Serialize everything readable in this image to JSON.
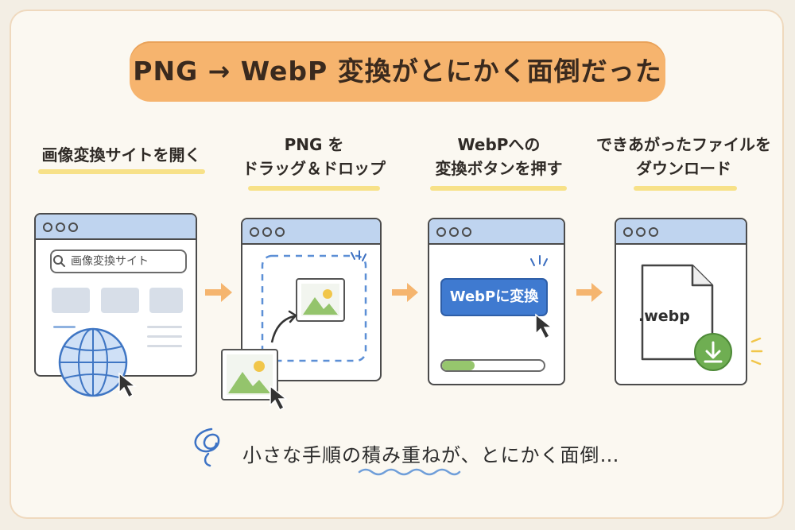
{
  "title": "PNG → WebP 変換がとにかく面倒だった",
  "steps": [
    {
      "label_line1": "画像変換サイトを開く",
      "label_line2": ""
    },
    {
      "label_line1": "PNG を",
      "label_line2": "ドラッグ＆ドロップ"
    },
    {
      "label_line1": "WebPへの",
      "label_line2": "変換ボタンを押す"
    },
    {
      "label_line1": "できあがったファイルを",
      "label_line2": "ダウンロード"
    }
  ],
  "browser1": {
    "search_text": "画像変換サイト"
  },
  "browser3": {
    "button_label": "WebPに変換",
    "progress_fraction": 0.32
  },
  "browser4": {
    "file_extension": ".webp"
  },
  "footer": "小さな手順の積み重ねが、とにかく面倒…",
  "colors": {
    "accent_orange": "#f6b46e",
    "highlight_yellow": "#f6dd75",
    "window_bar_blue": "#bfd4ef",
    "button_blue": "#3f7ad0",
    "download_green": "#6fae52"
  },
  "icons": [
    "search-icon",
    "globe-icon",
    "cursor-icon",
    "image-icon",
    "arrow-icon",
    "file-icon",
    "download-icon",
    "spiral-icon"
  ]
}
